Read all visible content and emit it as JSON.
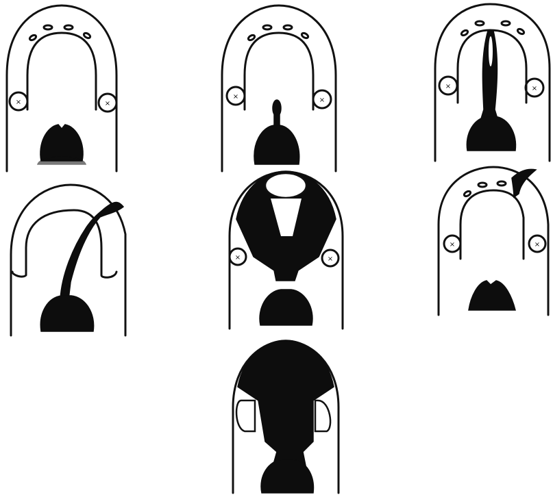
{
  "figure": {
    "panels": [
      {
        "id": "a",
        "cleft": "none"
      },
      {
        "id": "b",
        "cleft": "uvula-notch"
      },
      {
        "id": "c",
        "cleft": "soft-palate"
      },
      {
        "id": "d",
        "cleft": "unilateral-complete"
      },
      {
        "id": "e",
        "cleft": "bilateral-complete"
      },
      {
        "id": "f",
        "cleft": "lip-alveolus"
      },
      {
        "id": "g",
        "cleft": "wide-complete"
      }
    ],
    "colors": {
      "ink": "#0d0d0d",
      "paper": "#ffffff"
    }
  }
}
